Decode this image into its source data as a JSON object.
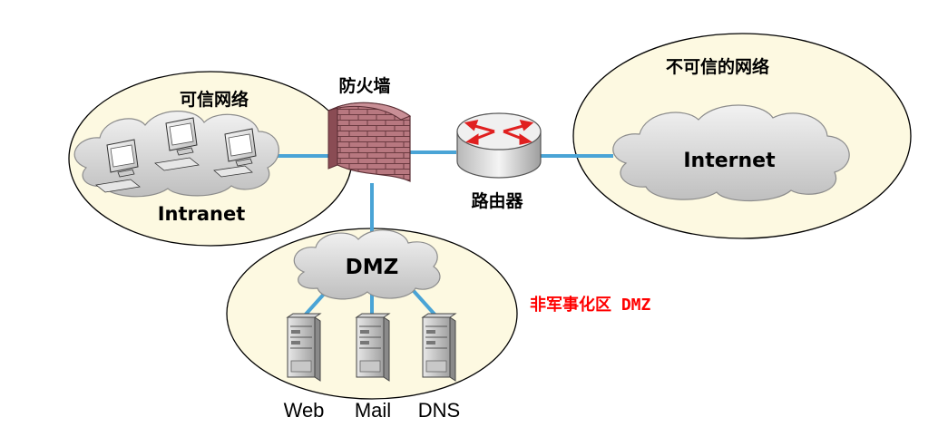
{
  "zones": {
    "trusted": {
      "label": "可信网络",
      "cloud_label": "Intranet"
    },
    "untrusted": {
      "label": "不可信的网络",
      "cloud_label": "Internet"
    },
    "dmz": {
      "cloud_label": "DMZ",
      "caption": "非军事化区 DMZ"
    }
  },
  "devices": {
    "firewall": {
      "label": "防火墙"
    },
    "router": {
      "label": "路由器"
    }
  },
  "servers": [
    {
      "label": "Web"
    },
    {
      "label": "Mail"
    },
    {
      "label": "DNS"
    }
  ],
  "colors": {
    "zone_fill": "#fdf9e1",
    "zone_stroke": "#000000",
    "cloud_fill": "#d9d9d9",
    "cloud_stroke": "#8c8c8c",
    "link": "#4aa4d6",
    "firewall": "#b06a72",
    "caption": "#ff0000"
  }
}
